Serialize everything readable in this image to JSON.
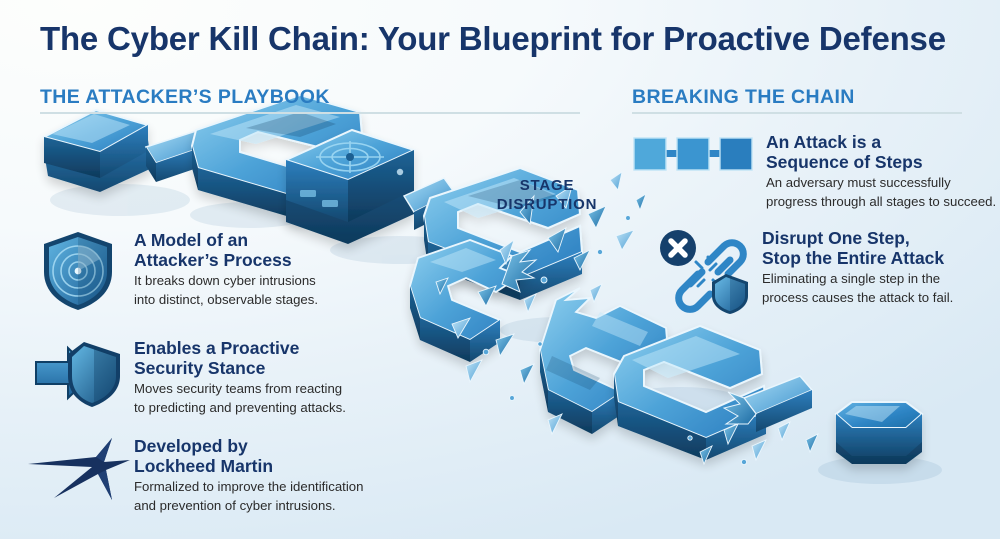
{
  "title": "The Cyber Kill Chain: Your Blueprint for Proactive Defense",
  "colors": {
    "title_navy": "#17356a",
    "section_blue": "#2a7cc2",
    "body_text": "#2b2b2b",
    "chain_blue_light": "#63b5e0",
    "chain_blue_mid": "#2f86c4",
    "chain_blue_dark": "#17557f",
    "background_light": "#fdfefc",
    "background_tint": "#d9e9f4"
  },
  "sections": {
    "left": {
      "heading": "THE ATTACKER’S PLAYBOOK"
    },
    "right": {
      "heading": "BREAKING THE CHAIN"
    }
  },
  "center_label": {
    "line1": "STAGE",
    "line2": "DISRUPTION"
  },
  "left_items": [
    {
      "icon": "radar-shield-icon",
      "heading_line1": "A Model of an",
      "heading_line2": "Attacker’s Process",
      "body_line1": "It breaks down cyber intrusions",
      "body_line2": "into distinct, observable stages."
    },
    {
      "icon": "arrow-into-shield-icon",
      "heading_line1": "Enables a Proactive",
      "heading_line2": "Security Stance",
      "body_line1": "Moves security teams from reacting",
      "body_line2": "to predicting and preventing attacks."
    },
    {
      "icon": "lockheed-martin-star-icon",
      "heading_line1": "Developed by",
      "heading_line2": "Lockheed Martin",
      "body_line1": "Formalized to improve the identification",
      "body_line2": "and prevention of cyber intrusions."
    }
  ],
  "right_items": [
    {
      "icon": "three-linked-squares-icon",
      "heading_line1": "An Attack is a",
      "heading_line2": "Sequence of Steps",
      "body_line1": "An adversary must successfully",
      "body_line2": "progress through all stages to succeed."
    },
    {
      "icon": "broken-chain-x-shield-icon",
      "heading_line1": "Disrupt One Step,",
      "heading_line2": "Stop the Entire Attack",
      "body_line1": "Eliminating a single step in the",
      "body_line2": "process causes the attack to fail."
    }
  ]
}
